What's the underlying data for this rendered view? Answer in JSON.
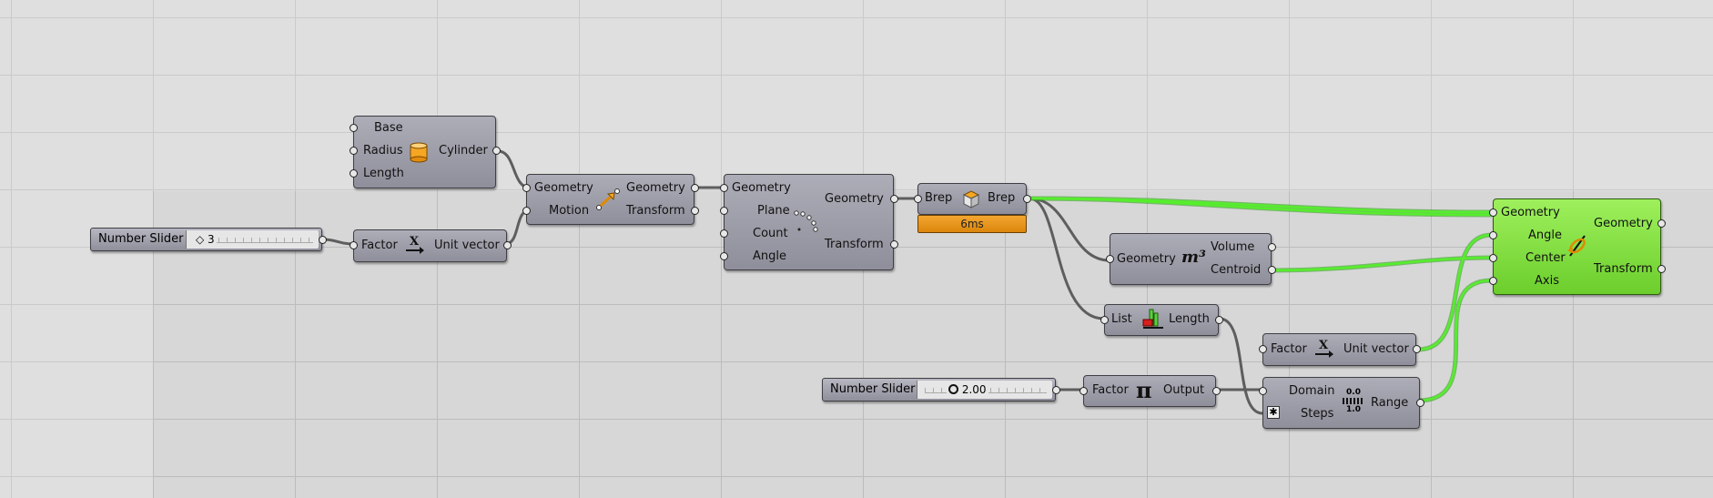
{
  "components": {
    "cylinder": {
      "inputs": [
        "Base",
        "Radius",
        "Length"
      ],
      "output": "Cylinder",
      "icon": "cylinder-icon"
    },
    "slider1": {
      "label": "Number Slider",
      "value": "3"
    },
    "unit_x_1": {
      "input": "Factor",
      "output": "Unit vector",
      "icon": "unit-x-icon"
    },
    "move": {
      "inputs": [
        "Geometry",
        "Motion"
      ],
      "outputs": [
        "Geometry",
        "Transform"
      ],
      "icon": "move-icon"
    },
    "polar_array": {
      "inputs": [
        "Geometry",
        "Plane",
        "Count",
        "Angle"
      ],
      "outputs": [
        "Geometry",
        "Transform"
      ],
      "icon": "polar-array-icon"
    },
    "brep": {
      "input": "Brep",
      "output": "Brep",
      "timer": "6ms",
      "icon": "brep-icon"
    },
    "volume": {
      "input": "Geometry",
      "outputs": [
        "Volume",
        "Centroid"
      ],
      "icon": "volume-icon",
      "icon_text": "m³"
    },
    "list_length": {
      "input": "List",
      "output": "Length",
      "icon": "list-length-icon"
    },
    "unit_x_2": {
      "input": "Factor",
      "output": "Unit vector",
      "icon": "unit-x-icon"
    },
    "slider2": {
      "label": "Number Slider",
      "value": "2.00"
    },
    "pi": {
      "input": "Factor",
      "output": "Output",
      "icon": "pi-icon"
    },
    "range": {
      "inputs": [
        "Domain",
        "Steps"
      ],
      "output": "Range",
      "icon": "range-icon",
      "icon_top": "0.0",
      "icon_bottom": "1.0"
    },
    "rotate": {
      "inputs": [
        "Geometry",
        "Angle",
        "Center",
        "Axis"
      ],
      "outputs": [
        "Geometry",
        "Transform"
      ],
      "icon": "rotate-axis-icon"
    }
  },
  "colors": {
    "canvas": "#d7d7d7",
    "component": "#9d9daa",
    "selected": "#85e045",
    "wire": "#6b6b6b",
    "wire_selected": "#3fdc1c",
    "timer": "#e8951c"
  }
}
